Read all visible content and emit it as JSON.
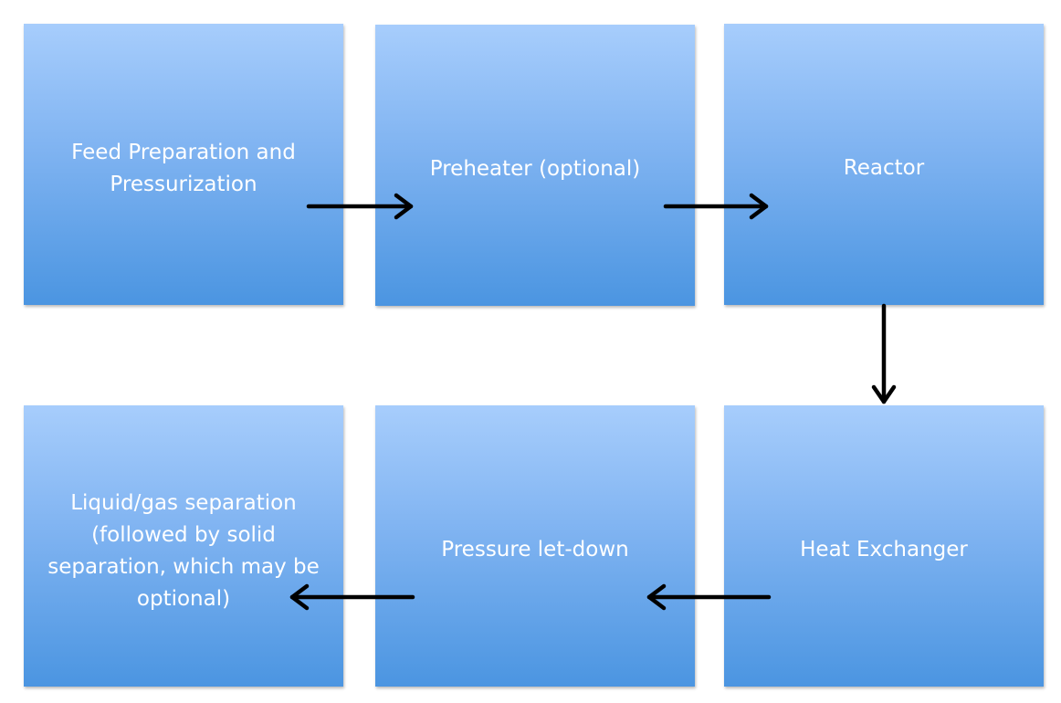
{
  "steps": {
    "feed": "Feed Preparation and Pressurization",
    "preheater": "Preheater (optional)",
    "reactor": "Reactor",
    "heat_exchanger": "Heat Exchanger",
    "pressure": "Pressure let-down",
    "separation": "Liquid/gas separation (followed by solid separation, which may be optional)"
  },
  "colors": {
    "box_top": "#a7cdfc",
    "box_bottom": "#4b95e1",
    "text": "#ffffff",
    "arrow": "#000000"
  }
}
